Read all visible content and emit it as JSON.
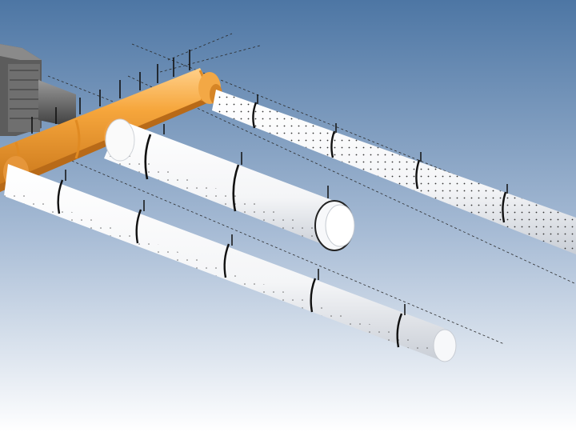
{
  "scene": {
    "description_label": "",
    "colors": {
      "sky_top": "#4f78a6",
      "sky_bottom": "#ffffff",
      "header_duct": "#f2a33a",
      "header_duct_dark": "#d9821f",
      "fan_housing": "#6b6b6b",
      "fabric_duct": "#ffffff",
      "fabric_shade": "#d9dde3",
      "hanger": "#1a1a1a",
      "perforation": "#333333",
      "cable": "#2a2a2a"
    },
    "objects": [
      {
        "name": "fan-unit",
        "kind": "fan"
      },
      {
        "name": "header-duct",
        "kind": "metal-duct"
      },
      {
        "name": "fabric-duct-top",
        "kind": "fabric-duct",
        "style": "perforated"
      },
      {
        "name": "fabric-duct-middle",
        "kind": "fabric-duct",
        "style": "large"
      },
      {
        "name": "fabric-duct-bottom",
        "kind": "fabric-duct",
        "style": "standard"
      }
    ]
  }
}
